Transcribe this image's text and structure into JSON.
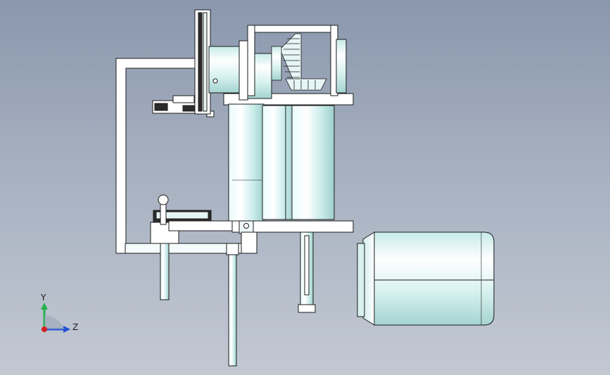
{
  "window": {
    "title": ""
  },
  "viewport": {
    "background_top": "#8a97ad",
    "background_bottom": "#c3c9d3",
    "part_fill": "#ffffff",
    "part_shade": "#bfe8e6",
    "edge_color": "#1b1b1b"
  },
  "triad": {
    "y_label": "Y",
    "z_label": "Z",
    "y_color": "#22b14c",
    "z_color": "#1f4fd8",
    "x_color": "#d12020"
  },
  "model": {
    "components": [
      "mounting-frame",
      "v-belt-pulley",
      "shaft-housing",
      "bevel-gear-pair",
      "gear-support-frame",
      "drum-cylinder",
      "lower-mount-plate",
      "clamp-bracket",
      "ball-knob-lever",
      "vertical-rod",
      "output-shaft",
      "electric-motor"
    ]
  }
}
